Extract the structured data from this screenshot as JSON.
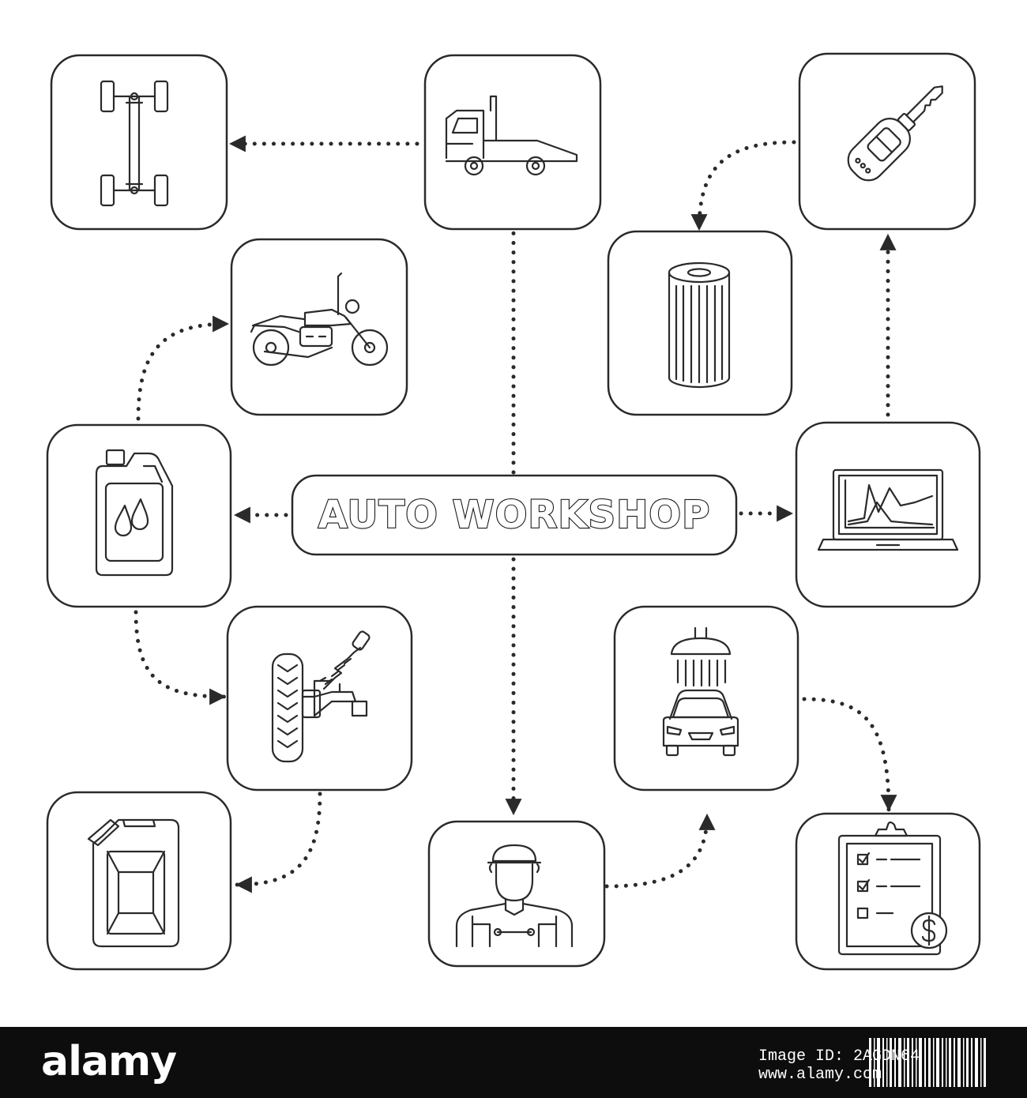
{
  "title": "AUTO WORKSHOP",
  "nodes": [
    {
      "id": "chassis",
      "icon": "car-chassis-icon"
    },
    {
      "id": "tow-truck",
      "icon": "tow-truck-icon"
    },
    {
      "id": "car-key",
      "icon": "car-key-icon"
    },
    {
      "id": "motorcycle",
      "icon": "motorcycle-icon"
    },
    {
      "id": "oil-filter",
      "icon": "oil-filter-icon"
    },
    {
      "id": "motor-oil",
      "icon": "motor-oil-canister-icon"
    },
    {
      "id": "diagnostics",
      "icon": "laptop-diagnostics-icon"
    },
    {
      "id": "suspension",
      "icon": "wheel-suspension-icon"
    },
    {
      "id": "car-wash",
      "icon": "car-wash-icon"
    },
    {
      "id": "jerrycan",
      "icon": "jerrycan-icon"
    },
    {
      "id": "mechanic",
      "icon": "car-mechanic-icon"
    },
    {
      "id": "price-list",
      "icon": "service-price-list-icon"
    }
  ],
  "connections": [
    {
      "from": "tow-truck",
      "to": "chassis"
    },
    {
      "from": "car-key",
      "to": "oil-filter"
    },
    {
      "from": "diagnostics",
      "to": "car-key"
    },
    {
      "from": "motor-oil",
      "to": "motorcycle"
    },
    {
      "from": "title",
      "to": "motor-oil"
    },
    {
      "from": "title",
      "to": "tow-truck"
    },
    {
      "from": "title",
      "to": "diagnostics"
    },
    {
      "from": "title",
      "to": "mechanic"
    },
    {
      "from": "motor-oil",
      "to": "suspension"
    },
    {
      "from": "suspension",
      "to": "jerrycan"
    },
    {
      "from": "mechanic",
      "to": "car-wash"
    },
    {
      "from": "car-wash",
      "to": "price-list"
    }
  ],
  "footer": {
    "brand": "alamy",
    "image_id": "Image ID: 2AGDN64",
    "site": "www.alamy.com"
  }
}
